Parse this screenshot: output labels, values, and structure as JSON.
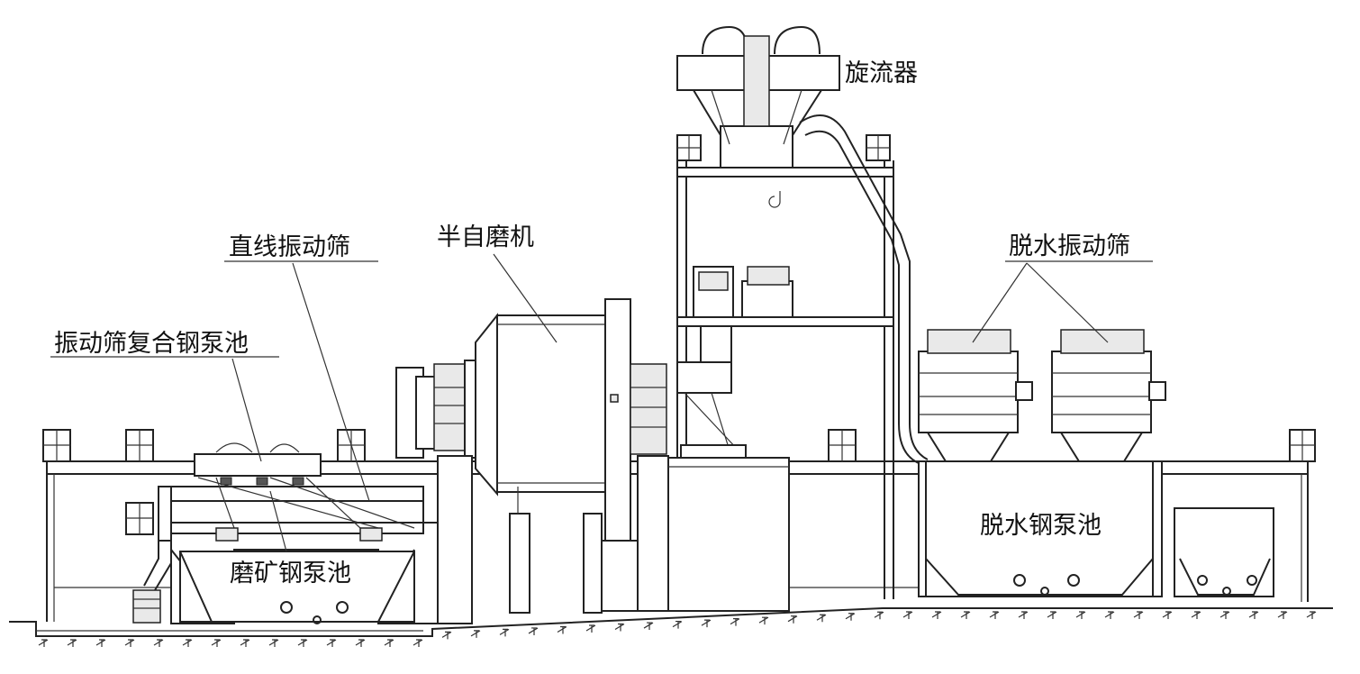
{
  "labels": {
    "cyclone": "旋流器",
    "linear_screen": "直线振动筛",
    "sag_mill": "半自磨机",
    "screen_pump_tank": "振动筛复合钢泵池",
    "dewatering_screen": "脱水振动筛",
    "grinding_pump_tank": "磨矿钢泵池",
    "dewatering_pump_tank": "脱水钢泵池"
  },
  "colors": {
    "line": "#222222",
    "background": "#ffffff",
    "hatch": "#dddddd"
  },
  "icons": [
    "ground-hatch-icon"
  ]
}
